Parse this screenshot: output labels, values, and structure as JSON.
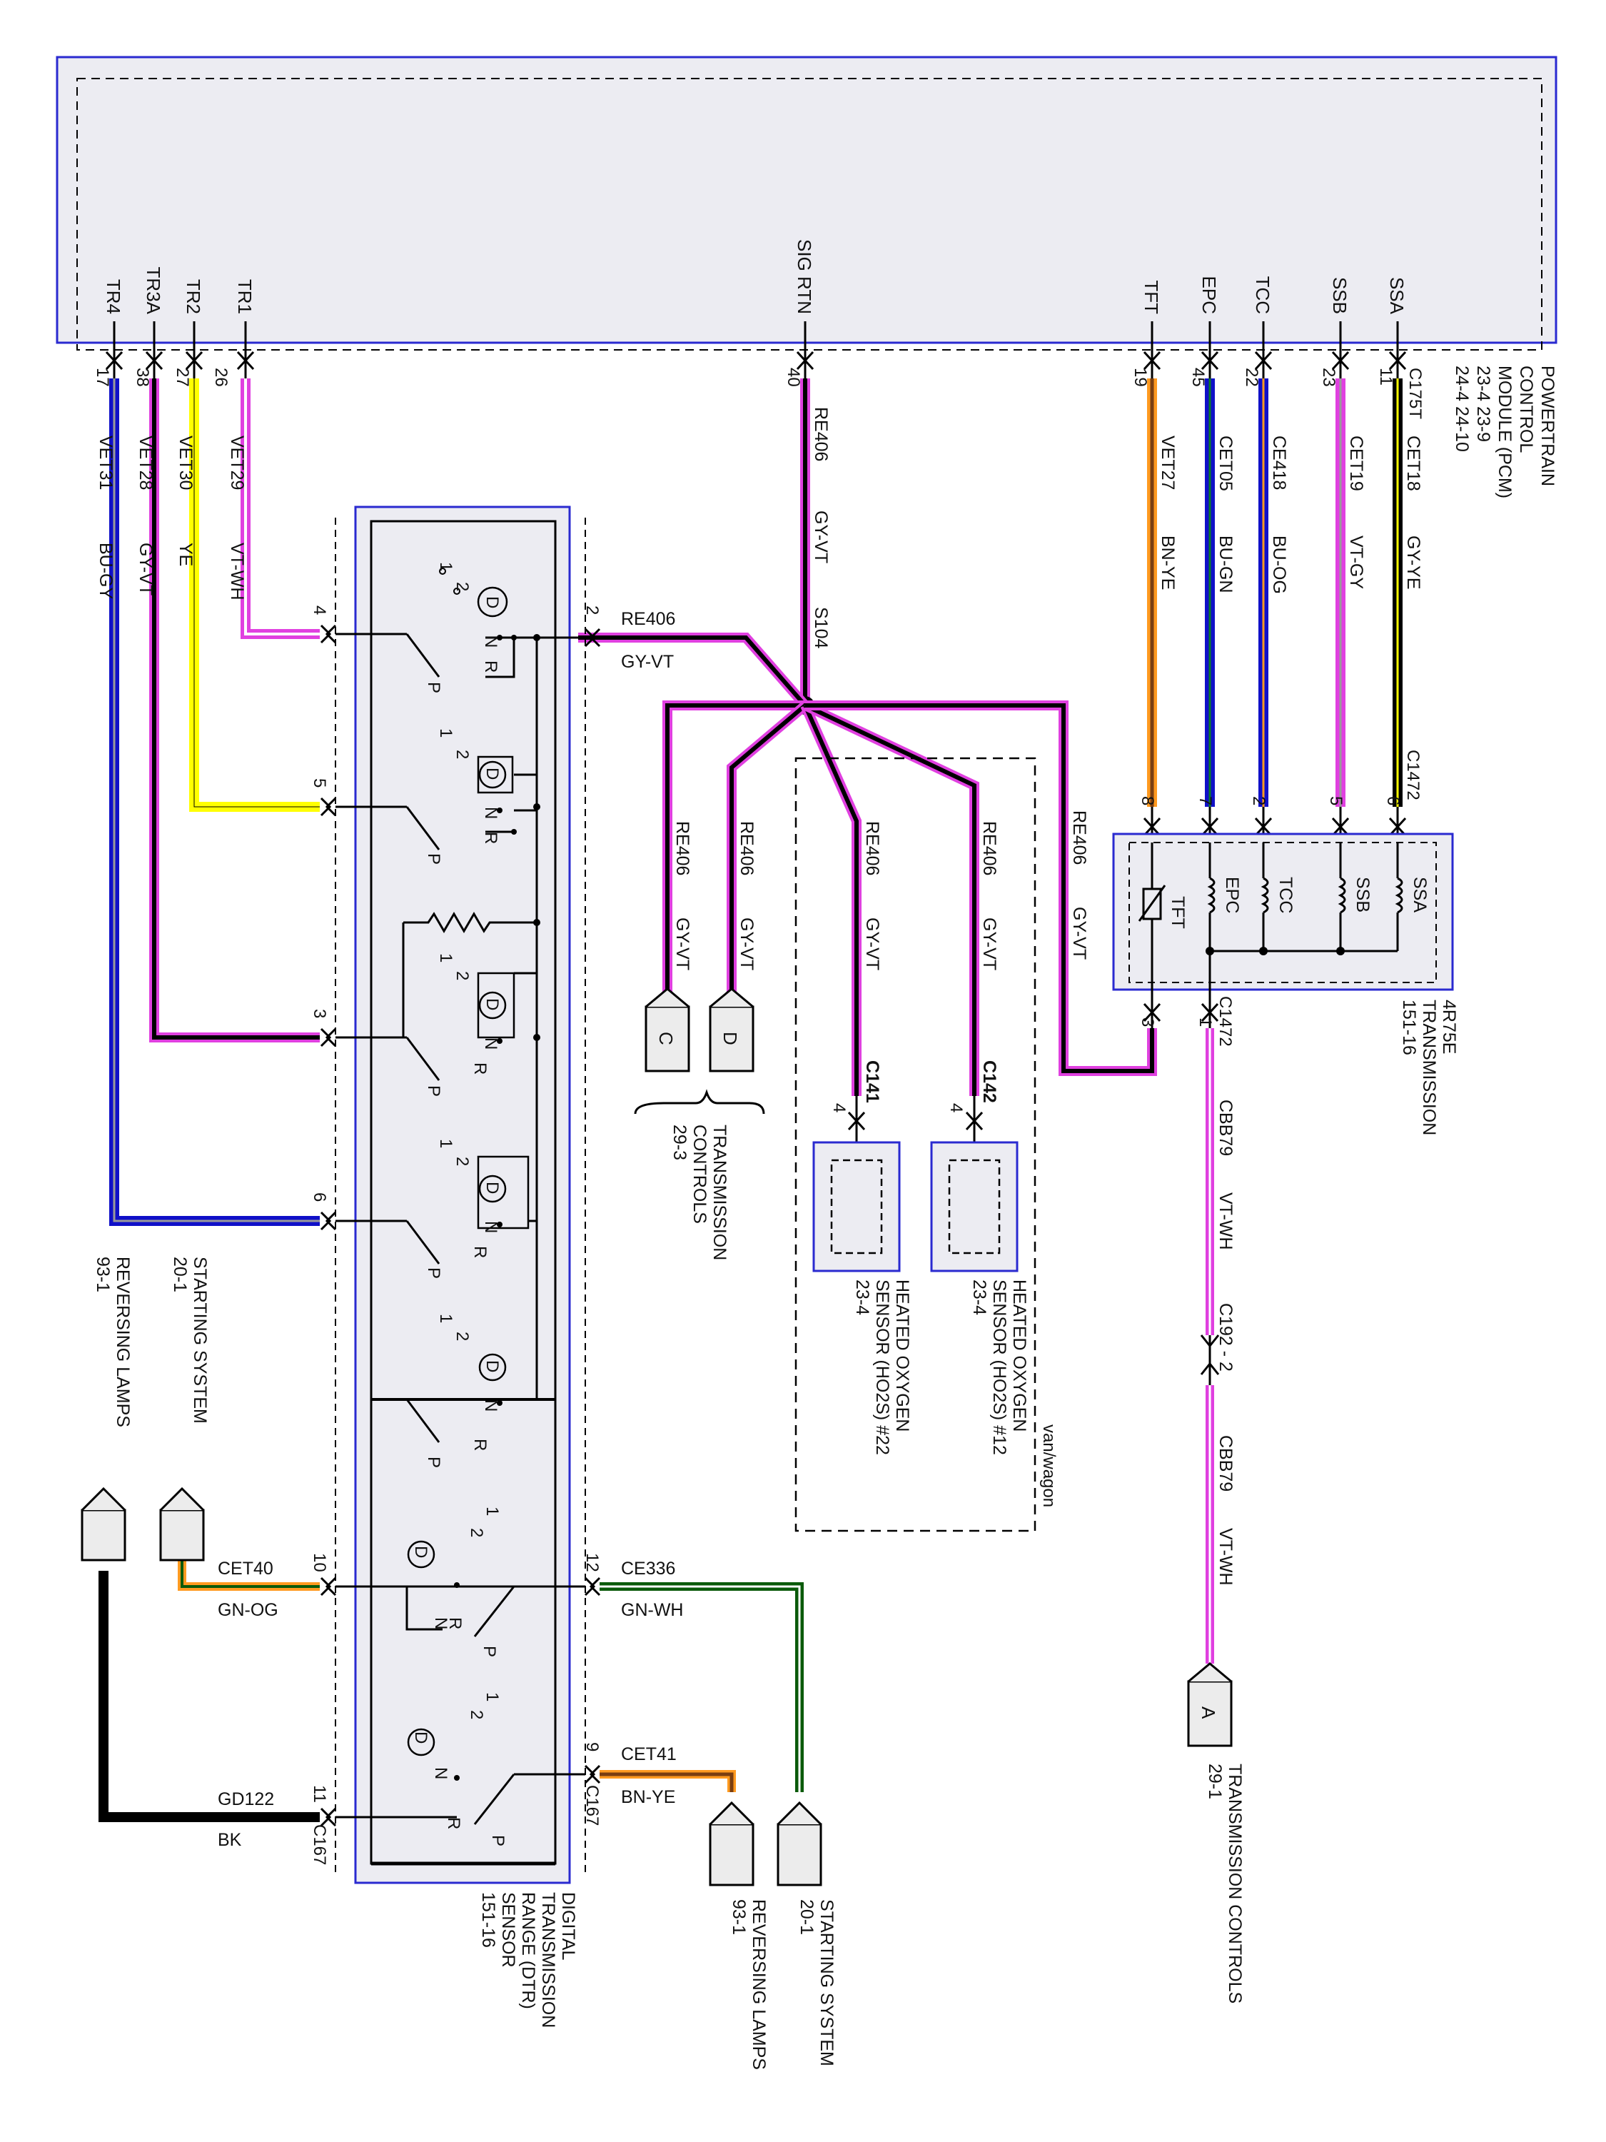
{
  "pcm": {
    "pins": {
      "tr4": {
        "name": "TR4",
        "pin": "17"
      },
      "tr3a": {
        "name": "TR3A",
        "pin": "38"
      },
      "tr2": {
        "name": "TR2",
        "pin": "27"
      },
      "tr1": {
        "name": "TR1",
        "pin": "26"
      },
      "sigrtn": {
        "name": "SIG RTN",
        "pin": "40"
      },
      "tft": {
        "name": "TFT",
        "pin": "19"
      },
      "epc": {
        "name": "EPC",
        "pin": "45"
      },
      "tcc": {
        "name": "TCC",
        "pin": "22"
      },
      "ssb": {
        "name": "SSB",
        "pin": "23"
      },
      "ssa": {
        "name": "SSA",
        "pin": "11"
      }
    },
    "connector": "C175T",
    "label": [
      "POWERTRAIN",
      "CONTROL",
      "MODULE (PCM)",
      "23-4    23-9",
      "24-4    24-10"
    ]
  },
  "wires": {
    "w_tr4": {
      "circuit": "VET31",
      "color": "BU-GY"
    },
    "w_tr3a": {
      "circuit": "VET28",
      "color": "GY-VT"
    },
    "w_tr2": {
      "circuit": "VET30",
      "color": "YE"
    },
    "w_tr1": {
      "circuit": "VET29",
      "color": "VT-WH"
    },
    "w_sig": {
      "circuit": "RE406",
      "color": "GY-VT"
    },
    "w_tft": {
      "circuit": "VET27",
      "color": "BN-YE"
    },
    "w_epc": {
      "circuit": "CET05",
      "color": "BU-GN"
    },
    "w_tcc": {
      "circuit": "CE418",
      "color": "BU-OG"
    },
    "w_ssb": {
      "circuit": "CET19",
      "color": "VT-GY"
    },
    "w_ssa": {
      "circuit": "CET18",
      "color": "GY-YE"
    },
    "w_cbb1": {
      "circuit": "CBB79",
      "color": "VT-WH"
    },
    "w_cbb2": {
      "circuit": "CBB79",
      "color": "VT-WH"
    },
    "w_cet40": {
      "circuit": "CET40",
      "color": "GN-OG"
    },
    "w_gd122": {
      "circuit": "GD122",
      "color": "BK"
    },
    "w_ce336": {
      "circuit": "CE336",
      "color": "GN-WH"
    },
    "w_cet41": {
      "circuit": "CET41",
      "color": "BN-YE"
    },
    "w_re_b2": {
      "circuit": "RE406",
      "color": "GY-VT"
    },
    "w_re_c": {
      "circuit": "RE406",
      "color": "GY-VT"
    },
    "w_re_d": {
      "circuit": "RE406",
      "color": "GY-VT"
    },
    "w_re_c141": {
      "circuit": "RE406",
      "color": "GY-VT"
    },
    "w_re_c142": {
      "circuit": "RE406",
      "color": "GY-VT"
    },
    "w_re_tft": {
      "circuit": "RE406",
      "color": "GY-VT"
    }
  },
  "splice": "S104",
  "dtr": {
    "pins": {
      "p2": "2",
      "p4": "4",
      "p5": "5",
      "p3": "3",
      "p6": "6",
      "p10": "10",
      "p12": "12",
      "p9": "9",
      "p11": "11"
    },
    "connector": "C167",
    "label": [
      "DIGITAL",
      "TRANSMISSION",
      "RANGE (DTR)",
      "SENSOR",
      "151-16"
    ],
    "switch_labels": {
      "d": "D",
      "n": "N",
      "r": "R",
      "p": "P",
      "one": "1",
      "two": "2"
    }
  },
  "trans": {
    "connector": "C1472",
    "pins": {
      "p8": "8",
      "p7": "7",
      "p2": "2",
      "p5": "5",
      "p6": "6",
      "p3": "3",
      "p1": "1"
    },
    "solenoids": {
      "tft": "TFT",
      "epc": "EPC",
      "tcc": "TCC",
      "ssb": "SSB",
      "ssa": "SSA"
    },
    "label": [
      "4R75E",
      "TRANSMISSION",
      "151-16"
    ]
  },
  "inline_connector": "C192 - 2",
  "ho2s": {
    "s22": {
      "connector": "C141",
      "pin": "4",
      "label": [
        "HEATED OXYGEN",
        "SENSOR (HO2S) #22",
        "23-4"
      ]
    },
    "s12": {
      "connector": "C142",
      "pin": "4",
      "label": [
        "HEATED OXYGEN",
        "SENSOR (HO2S) #12",
        "23-4"
      ]
    },
    "note": "van/wagon"
  },
  "references": {
    "c": {
      "letter": "C"
    },
    "d": {
      "letter": "D"
    },
    "a": {
      "letter": "A"
    },
    "trans_cd": [
      "TRANSMISSION",
      "CONTROLS",
      "29-3"
    ],
    "trans_a": [
      "TRANSMISSION CONTROLS",
      "29-1"
    ],
    "start_left": [
      "STARTING SYSTEM",
      "20-1"
    ],
    "rev_left": [
      "REVERSING LAMPS",
      "93-1"
    ],
    "start_bottom": [
      "STARTING SYSTEM",
      "20-1"
    ],
    "rev_bottom": [
      "REVERSING LAMPS",
      "93-1"
    ]
  },
  "colors": {
    "frame": "#2a2ad0",
    "module_fill": "#ececf2",
    "blue": "#1010c8",
    "violet": "#e040e0",
    "yellow": "#ffff00",
    "black": "#000000",
    "gray": "#9a9a9a",
    "brown": "#7a3e10",
    "orange": "#ff9a20",
    "green": "#0a5a0a",
    "white": "#ffffff"
  }
}
